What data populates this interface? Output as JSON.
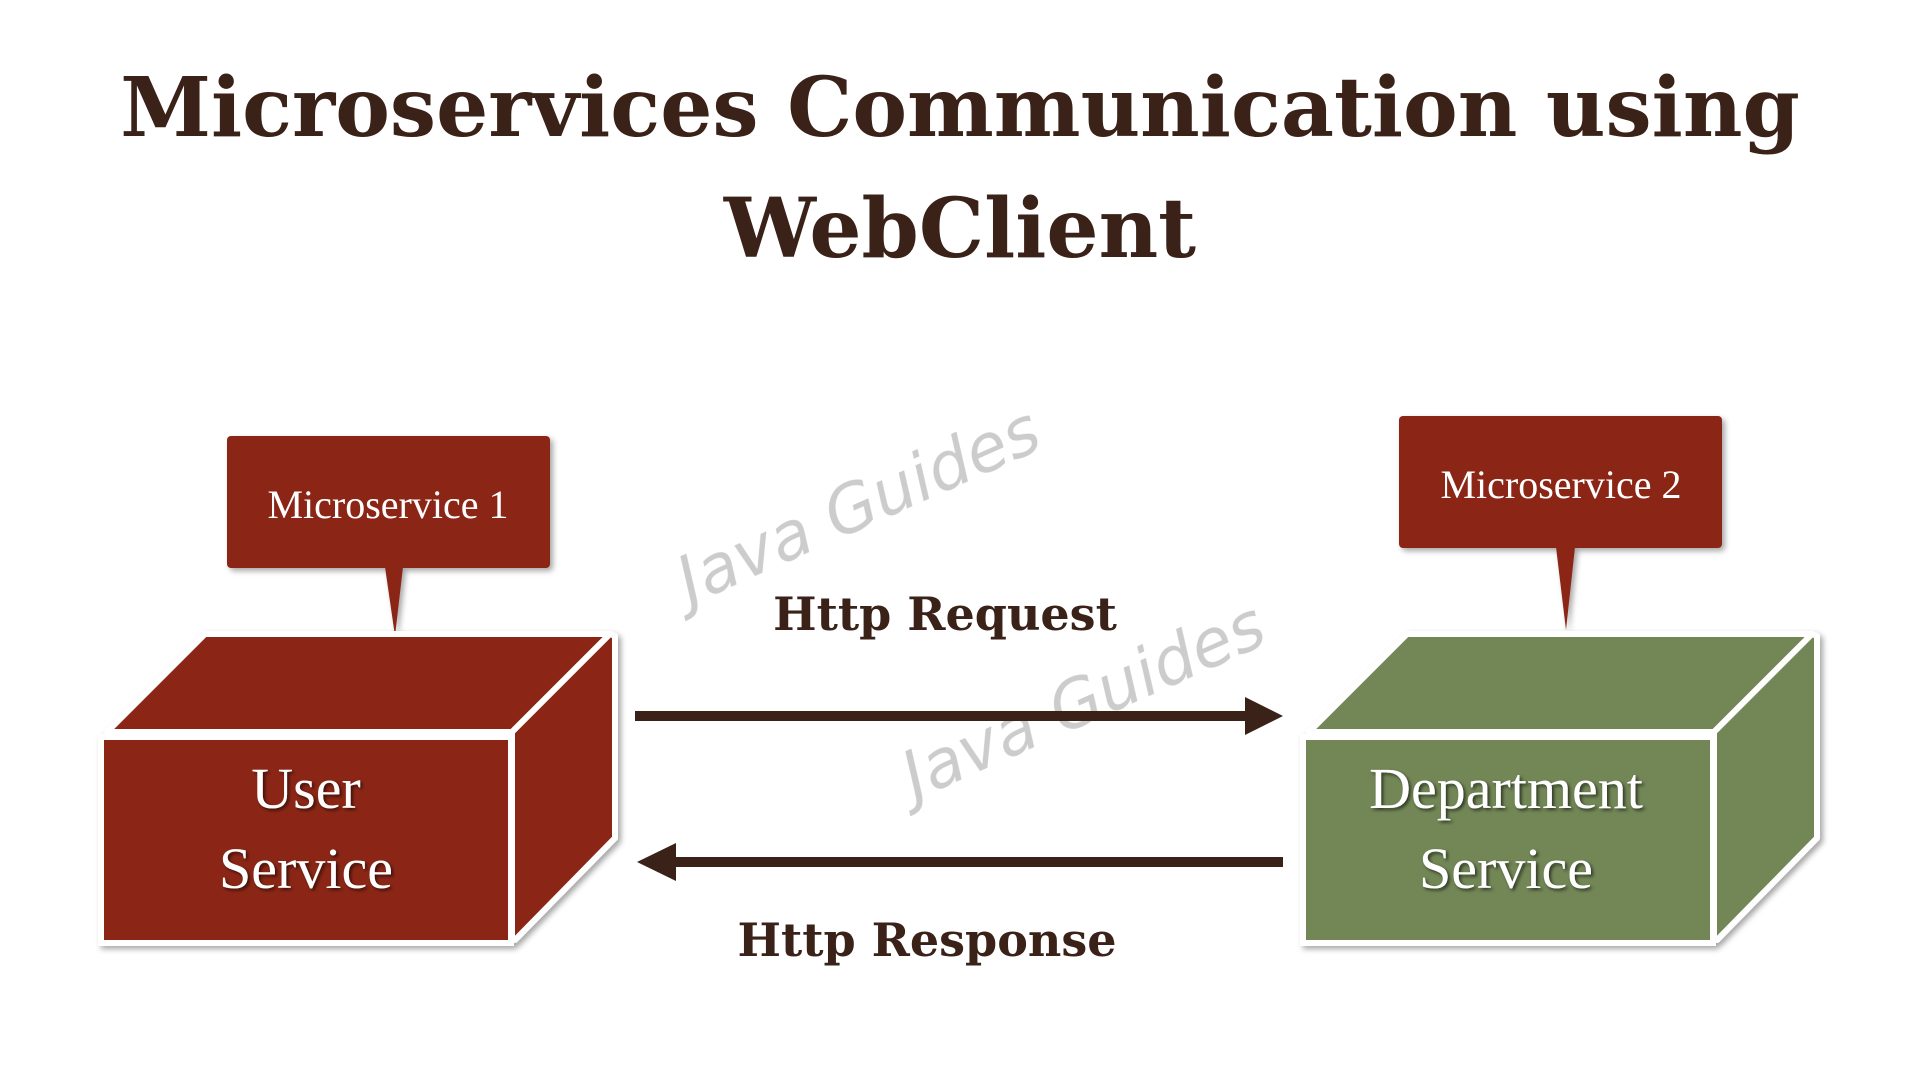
{
  "title": {
    "line1": "Microservices Communication using",
    "line2": "WebClient"
  },
  "services": [
    {
      "callout": "Microservice 1",
      "name_line1": "User",
      "name_line2": "Service",
      "color_front": "#8b2515",
      "color_side": "#8b2515",
      "color_top": "#8b2515"
    },
    {
      "callout": "Microservice 2",
      "name_line1": "Department",
      "name_line2": "Service",
      "color_front": "#728657",
      "color_side": "#728657",
      "color_top": "#728657"
    }
  ],
  "arrows": {
    "request_label": "Http Request",
    "response_label": "Http Response",
    "color": "#3a2219"
  },
  "watermark": {
    "text": "Java Guides"
  },
  "colors": {
    "callout": "#8b2515",
    "title": "#3a2219"
  }
}
